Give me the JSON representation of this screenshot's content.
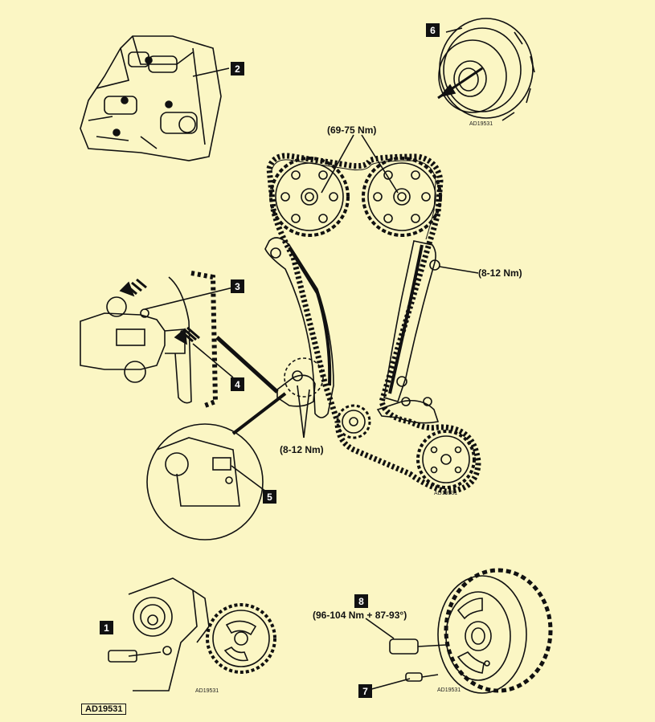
{
  "callouts": {
    "c1": "1",
    "c2": "2",
    "c3": "3",
    "c4": "4",
    "c5": "5",
    "c6": "6",
    "c7": "7",
    "c8": "8"
  },
  "torques": {
    "camshaft_sprockets": "(69-75 Nm)",
    "fixed_guide": "(8-12 Nm)",
    "tensioner_rail": "(8-12 Nm)",
    "crank_pulley": "(96-104 Nm + 87-93°)"
  },
  "references": {
    "main": "AD19531",
    "sub": "AD19531"
  },
  "colors": {
    "background": "#fbf6c4",
    "ink": "#111111"
  }
}
